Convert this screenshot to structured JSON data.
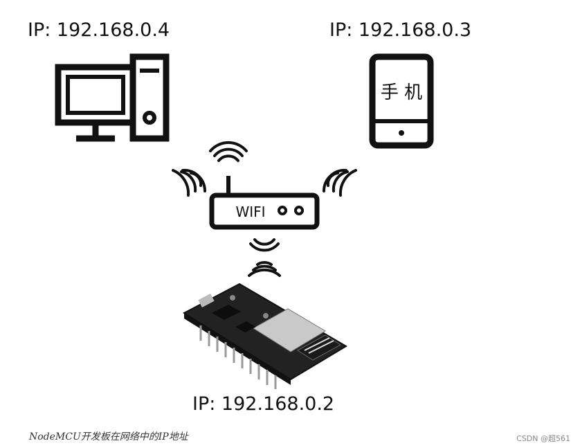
{
  "labels": {
    "pc_ip": "IP: 192.168.0.4",
    "phone_ip": "IP: 192.168.0.3",
    "node_ip": "IP: 192.168.0.2"
  },
  "phone": {
    "text": "手 机"
  },
  "router": {
    "text": "WIFI"
  },
  "caption": "NodeMCU开发板在网络中的IP地址",
  "watermark": "CSDN @超561",
  "icons": [
    "computer-icon",
    "phone-icon",
    "router-icon",
    "wifi-signal-icon",
    "nodemcu-board-icon"
  ],
  "colors": {
    "stroke": "#111111",
    "board": "#222222",
    "shield": "#c9c9c9"
  }
}
